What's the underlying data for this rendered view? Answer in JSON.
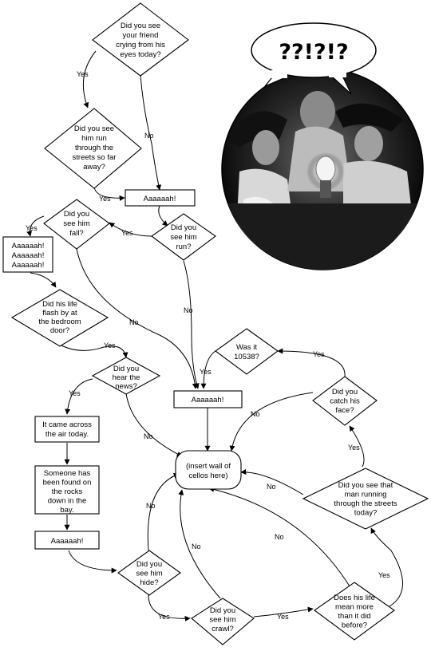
{
  "nodes": {
    "q_friend_crying": [
      "Did you see",
      "your friend",
      "crying from his",
      "eyes today?"
    ],
    "q_see_run_streets": [
      "Did you see",
      "him run",
      "through the",
      "streets so far",
      "away?"
    ],
    "box_aaaaaah_1": [
      "Aaaaaah!"
    ],
    "q_see_him_run": [
      "Did you",
      "see him",
      "run?"
    ],
    "q_see_him_fall": [
      "Did you",
      "see him",
      "fall?"
    ],
    "box_aaaaaah_triple": [
      "Aaaaaah!",
      "Aaaaaah!",
      "Aaaaaah!"
    ],
    "q_life_flash": [
      "Did his life",
      "flash by at",
      "the bedroom",
      "door?"
    ],
    "q_hear_news": [
      "Did you",
      "hear the",
      "news?"
    ],
    "box_came_across": [
      "It came across",
      "the air today."
    ],
    "box_someone_found": [
      "Someone has",
      "been found on",
      "the rocks",
      "down in the",
      "bay."
    ],
    "box_aaaaaah_2": [
      "Aaaaaah!"
    ],
    "box_aaaaaah_center": [
      "Aaaaaah!"
    ],
    "q_was_it": [
      "Was it",
      "10538?"
    ],
    "q_catch_face": [
      "Did you",
      "catch his",
      "face?"
    ],
    "term_cellos": [
      "(insert wall of",
      "cellos here)"
    ],
    "q_man_running": [
      "Did you see that",
      "man running",
      "through the streets",
      "today?"
    ],
    "q_see_him_hide": [
      "Did you",
      "see him",
      "hide?"
    ],
    "q_see_him_crawl": [
      "Did you",
      "see him",
      "crawl?"
    ],
    "q_life_mean": [
      "Does his life",
      "mean more",
      "than it did",
      "before?"
    ]
  },
  "labels": {
    "yes": "Yes",
    "no": "No"
  },
  "photo": {
    "speech_bubble": "??!?!?"
  }
}
